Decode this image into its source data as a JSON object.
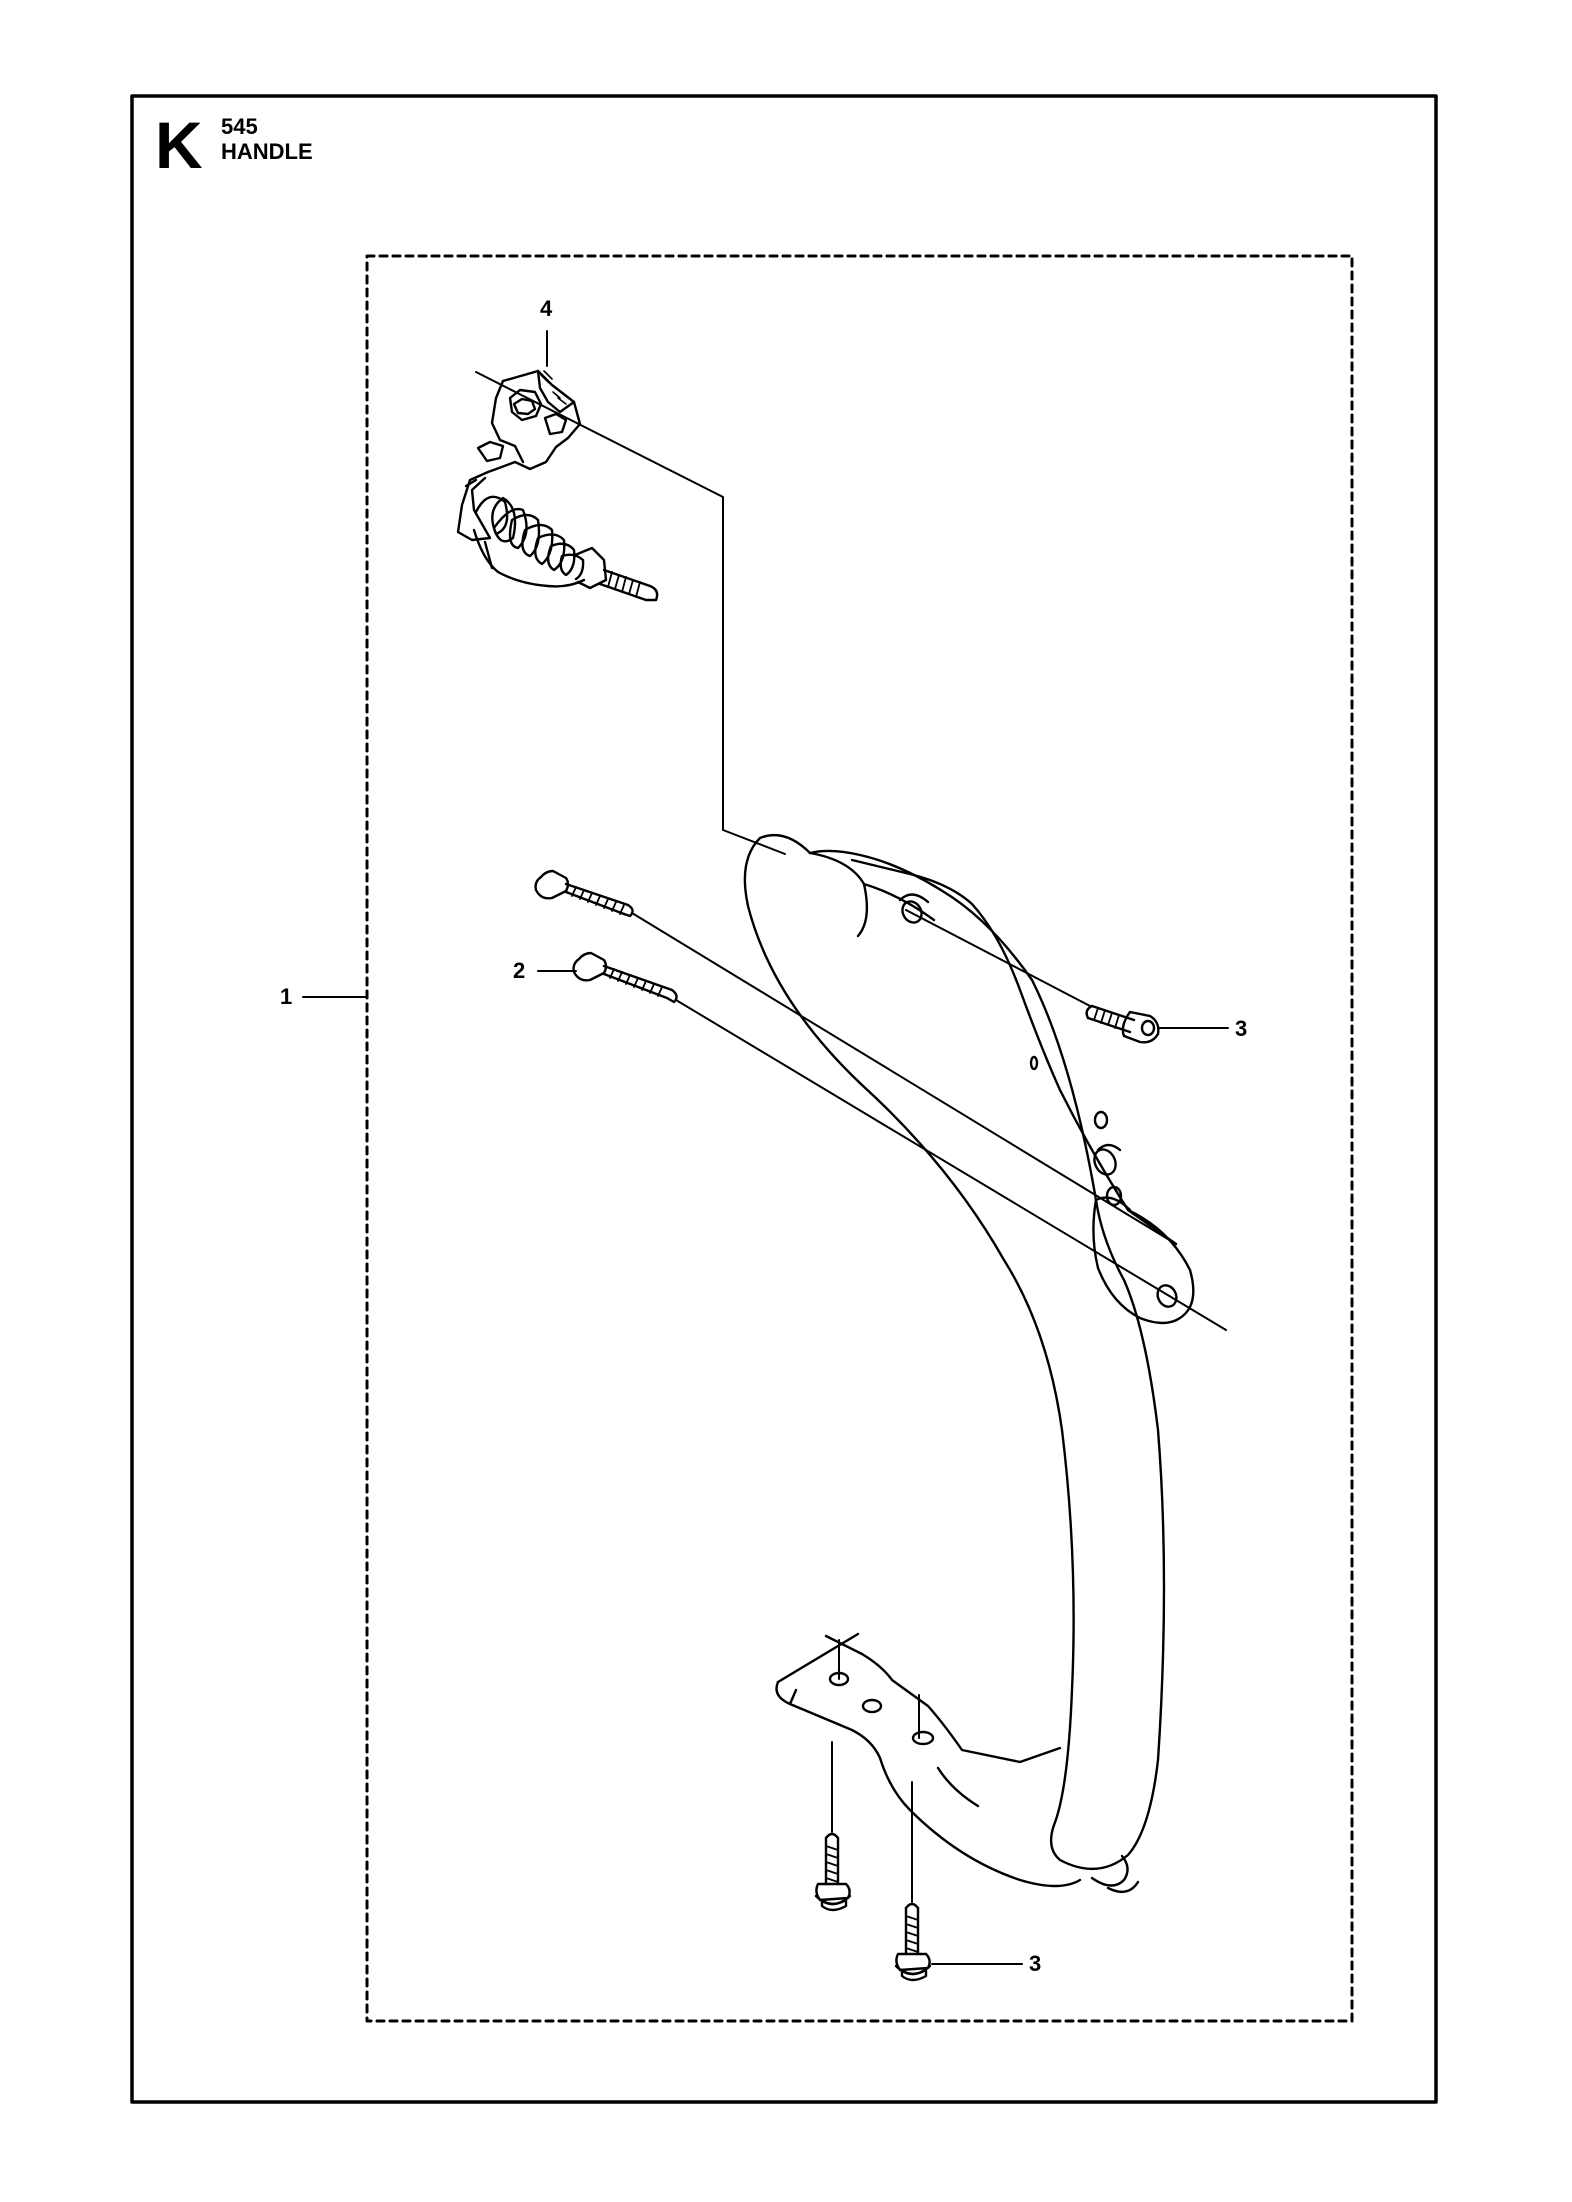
{
  "header": {
    "section_letter": "K",
    "model_number": "545",
    "title": "HANDLE"
  },
  "callouts": [
    "1",
    "2",
    "3",
    "3",
    "4"
  ]
}
